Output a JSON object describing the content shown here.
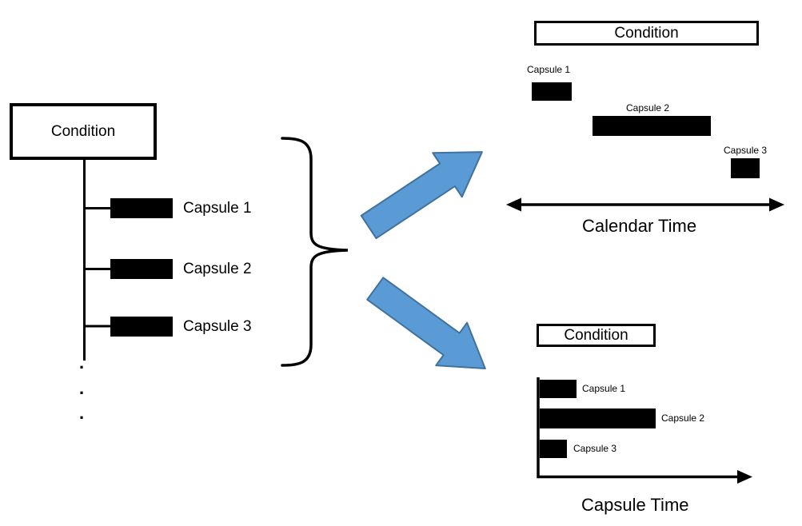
{
  "colors": {
    "arrow_fill": "#5b9bd5",
    "arrow_outline": "#41719c",
    "bar_fill": "#000000",
    "background": "#ffffff"
  },
  "left_tree": {
    "condition_label": "Condition",
    "capsules": [
      {
        "label": "Capsule 1"
      },
      {
        "label": "Capsule 2"
      },
      {
        "label": "Capsule 3"
      }
    ],
    "ellipsis_dots": [
      ".",
      ".",
      "."
    ]
  },
  "calendar_view": {
    "condition_label": "Condition",
    "axis_label": "Calendar Time",
    "capsules": [
      {
        "label": "Capsule 1"
      },
      {
        "label": "Capsule 2"
      },
      {
        "label": "Capsule 3"
      }
    ]
  },
  "capsule_view": {
    "condition_label": "Condition",
    "axis_label": "Capsule Time",
    "capsules": [
      {
        "label": "Capsule 1"
      },
      {
        "label": "Capsule 2"
      },
      {
        "label": "Capsule 3"
      }
    ]
  }
}
